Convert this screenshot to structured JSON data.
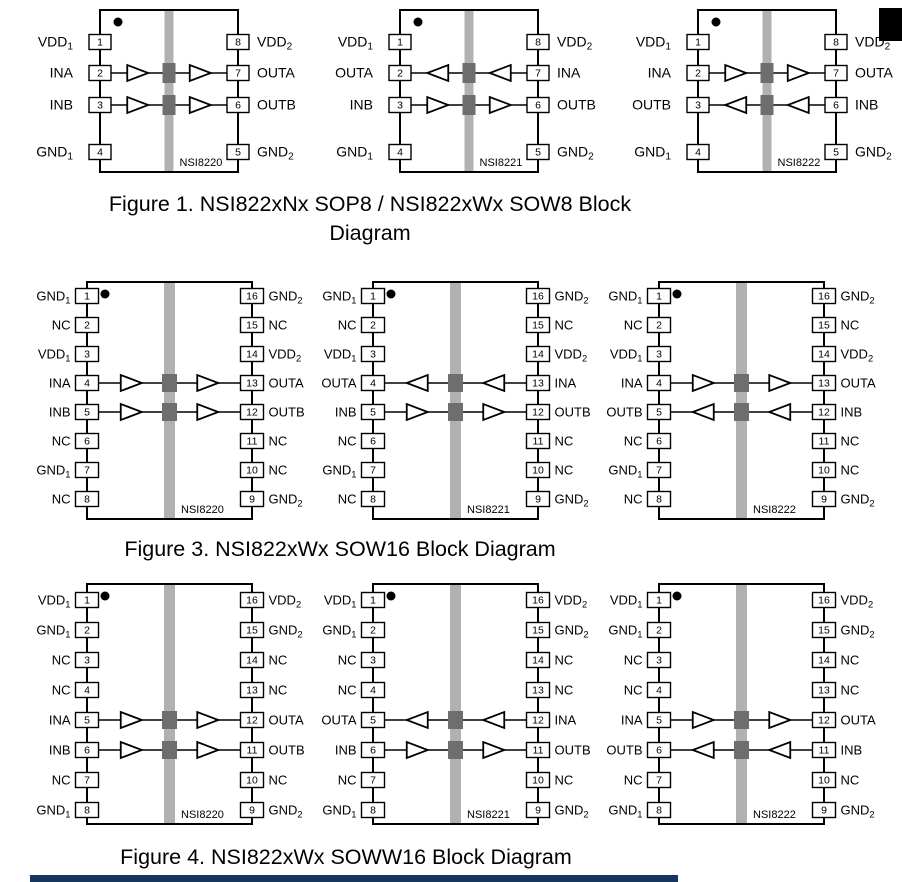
{
  "page": {
    "colors": {
      "ink": "#000000",
      "chip_fill": "#ffffff",
      "barrier": "#b1b1b1",
      "barrier_pad": "#6e6e6e",
      "top_right_block": "#000000",
      "bottom_bar": "#17365d"
    }
  },
  "figures": [
    {
      "id": "figure-1",
      "package": "SOP8",
      "caption_lines": [
        "Figure 1. NSI822xNx SOP8 / NSI822xWx SOW8 Block",
        "Diagram"
      ],
      "chips": [
        {
          "name": "NSI8220",
          "left_pins": [
            {
              "n": "1",
              "label": "VDD",
              "sub": "1"
            },
            {
              "n": "2",
              "label": "INA"
            },
            {
              "n": "3",
              "label": "INB"
            },
            {
              "n": "4",
              "label": "GND",
              "sub": "1"
            }
          ],
          "right_pins": [
            {
              "n": "8",
              "label": "VDD",
              "sub": "2"
            },
            {
              "n": "7",
              "label": "OUTA"
            },
            {
              "n": "6",
              "label": "OUTB"
            },
            {
              "n": "5",
              "label": "GND",
              "sub": "2"
            }
          ],
          "channels": [
            {
              "row": 1,
              "dir": "right"
            },
            {
              "row": 2,
              "dir": "right"
            }
          ]
        },
        {
          "name": "NSI8221",
          "left_pins": [
            {
              "n": "1",
              "label": "VDD",
              "sub": "1"
            },
            {
              "n": "2",
              "label": "OUTA"
            },
            {
              "n": "3",
              "label": "INB"
            },
            {
              "n": "4",
              "label": "GND",
              "sub": "1"
            }
          ],
          "right_pins": [
            {
              "n": "8",
              "label": "VDD",
              "sub": "2"
            },
            {
              "n": "7",
              "label": "INA"
            },
            {
              "n": "6",
              "label": "OUTB"
            },
            {
              "n": "5",
              "label": "GND",
              "sub": "2"
            }
          ],
          "channels": [
            {
              "row": 1,
              "dir": "left"
            },
            {
              "row": 2,
              "dir": "right"
            }
          ]
        },
        {
          "name": "NSI8222",
          "left_pins": [
            {
              "n": "1",
              "label": "VDD",
              "sub": "1"
            },
            {
              "n": "2",
              "label": "INA"
            },
            {
              "n": "3",
              "label": "OUTB"
            },
            {
              "n": "4",
              "label": "GND",
              "sub": "1"
            }
          ],
          "right_pins": [
            {
              "n": "8",
              "label": "VDD",
              "sub": "2"
            },
            {
              "n": "7",
              "label": "OUTA"
            },
            {
              "n": "6",
              "label": "INB"
            },
            {
              "n": "5",
              "label": "GND",
              "sub": "2"
            }
          ],
          "channels": [
            {
              "row": 1,
              "dir": "right"
            },
            {
              "row": 2,
              "dir": "left"
            }
          ]
        }
      ]
    },
    {
      "id": "figure-3",
      "package": "SOW16",
      "caption_lines": [
        "Figure 3. NSI822xWx SOW16 Block Diagram"
      ],
      "chips": [
        {
          "name": "NSI8220",
          "left_pins": [
            {
              "n": "1",
              "label": "GND",
              "sub": "1"
            },
            {
              "n": "2",
              "label": "NC"
            },
            {
              "n": "3",
              "label": "VDD",
              "sub": "1"
            },
            {
              "n": "4",
              "label": "INA"
            },
            {
              "n": "5",
              "label": "INB"
            },
            {
              "n": "6",
              "label": "NC"
            },
            {
              "n": "7",
              "label": "GND",
              "sub": "1"
            },
            {
              "n": "8",
              "label": "NC"
            }
          ],
          "right_pins": [
            {
              "n": "16",
              "label": "GND",
              "sub": "2"
            },
            {
              "n": "15",
              "label": "NC"
            },
            {
              "n": "14",
              "label": "VDD",
              "sub": "2"
            },
            {
              "n": "13",
              "label": "OUTA"
            },
            {
              "n": "12",
              "label": "OUTB"
            },
            {
              "n": "11",
              "label": "NC"
            },
            {
              "n": "10",
              "label": "NC"
            },
            {
              "n": "9",
              "label": "GND",
              "sub": "2"
            }
          ],
          "channels": [
            {
              "row": 3,
              "dir": "right"
            },
            {
              "row": 4,
              "dir": "right"
            }
          ]
        },
        {
          "name": "NSI8221",
          "left_pins": [
            {
              "n": "1",
              "label": "GND",
              "sub": "1"
            },
            {
              "n": "2",
              "label": "NC"
            },
            {
              "n": "3",
              "label": "VDD",
              "sub": "1"
            },
            {
              "n": "4",
              "label": "OUTA"
            },
            {
              "n": "5",
              "label": "INB"
            },
            {
              "n": "6",
              "label": "NC"
            },
            {
              "n": "7",
              "label": "GND",
              "sub": "1"
            },
            {
              "n": "8",
              "label": "NC"
            }
          ],
          "right_pins": [
            {
              "n": "16",
              "label": "GND",
              "sub": "2"
            },
            {
              "n": "15",
              "label": "NC"
            },
            {
              "n": "14",
              "label": "VDD",
              "sub": "2"
            },
            {
              "n": "13",
              "label": "INA"
            },
            {
              "n": "12",
              "label": "OUTB"
            },
            {
              "n": "11",
              "label": "NC"
            },
            {
              "n": "10",
              "label": "NC"
            },
            {
              "n": "9",
              "label": "GND",
              "sub": "2"
            }
          ],
          "channels": [
            {
              "row": 3,
              "dir": "left"
            },
            {
              "row": 4,
              "dir": "right"
            }
          ]
        },
        {
          "name": "NSI8222",
          "left_pins": [
            {
              "n": "1",
              "label": "GND",
              "sub": "1"
            },
            {
              "n": "2",
              "label": "NC"
            },
            {
              "n": "3",
              "label": "VDD",
              "sub": "1"
            },
            {
              "n": "4",
              "label": "INA"
            },
            {
              "n": "5",
              "label": "OUTB"
            },
            {
              "n": "6",
              "label": "NC"
            },
            {
              "n": "7",
              "label": "GND",
              "sub": "1"
            },
            {
              "n": "8",
              "label": "NC"
            }
          ],
          "right_pins": [
            {
              "n": "16",
              "label": "GND",
              "sub": "2"
            },
            {
              "n": "15",
              "label": "NC"
            },
            {
              "n": "14",
              "label": "VDD",
              "sub": "2"
            },
            {
              "n": "13",
              "label": "OUTA"
            },
            {
              "n": "12",
              "label": "INB"
            },
            {
              "n": "11",
              "label": "NC"
            },
            {
              "n": "10",
              "label": "NC"
            },
            {
              "n": "9",
              "label": "GND",
              "sub": "2"
            }
          ],
          "channels": [
            {
              "row": 3,
              "dir": "right"
            },
            {
              "row": 4,
              "dir": "left"
            }
          ]
        }
      ]
    },
    {
      "id": "figure-4",
      "package": "SOWW16",
      "caption_lines": [
        "Figure 4. NSI822xWx SOWW16 Block Diagram"
      ],
      "chips": [
        {
          "name": "NSI8220",
          "left_pins": [
            {
              "n": "1",
              "label": "VDD",
              "sub": "1"
            },
            {
              "n": "2",
              "label": "GND",
              "sub": "1"
            },
            {
              "n": "3",
              "label": "NC"
            },
            {
              "n": "4",
              "label": "NC"
            },
            {
              "n": "5",
              "label": "INA"
            },
            {
              "n": "6",
              "label": "INB"
            },
            {
              "n": "7",
              "label": "NC"
            },
            {
              "n": "8",
              "label": "GND",
              "sub": "1"
            }
          ],
          "right_pins": [
            {
              "n": "16",
              "label": "VDD",
              "sub": "2"
            },
            {
              "n": "15",
              "label": "GND",
              "sub": "2"
            },
            {
              "n": "14",
              "label": "NC"
            },
            {
              "n": "13",
              "label": "NC"
            },
            {
              "n": "12",
              "label": "OUTA"
            },
            {
              "n": "11",
              "label": "OUTB"
            },
            {
              "n": "10",
              "label": "NC"
            },
            {
              "n": "9",
              "label": "GND",
              "sub": "2"
            }
          ],
          "channels": [
            {
              "row": 4,
              "dir": "right"
            },
            {
              "row": 5,
              "dir": "right"
            }
          ]
        },
        {
          "name": "NSI8221",
          "left_pins": [
            {
              "n": "1",
              "label": "VDD",
              "sub": "1"
            },
            {
              "n": "2",
              "label": "GND",
              "sub": "1"
            },
            {
              "n": "3",
              "label": "NC"
            },
            {
              "n": "4",
              "label": "NC"
            },
            {
              "n": "5",
              "label": "OUTA"
            },
            {
              "n": "6",
              "label": "INB"
            },
            {
              "n": "7",
              "label": "NC"
            },
            {
              "n": "8",
              "label": "GND",
              "sub": "1"
            }
          ],
          "right_pins": [
            {
              "n": "16",
              "label": "VDD",
              "sub": "2"
            },
            {
              "n": "15",
              "label": "GND",
              "sub": "2"
            },
            {
              "n": "14",
              "label": "NC"
            },
            {
              "n": "13",
              "label": "NC"
            },
            {
              "n": "12",
              "label": "INA"
            },
            {
              "n": "11",
              "label": "OUTB"
            },
            {
              "n": "10",
              "label": "NC"
            },
            {
              "n": "9",
              "label": "GND",
              "sub": "2"
            }
          ],
          "channels": [
            {
              "row": 4,
              "dir": "left"
            },
            {
              "row": 5,
              "dir": "right"
            }
          ]
        },
        {
          "name": "NSI8222",
          "left_pins": [
            {
              "n": "1",
              "label": "VDD",
              "sub": "1"
            },
            {
              "n": "2",
              "label": "GND",
              "sub": "1"
            },
            {
              "n": "3",
              "label": "NC"
            },
            {
              "n": "4",
              "label": "NC"
            },
            {
              "n": "5",
              "label": "INA"
            },
            {
              "n": "6",
              "label": "OUTB"
            },
            {
              "n": "7",
              "label": "NC"
            },
            {
              "n": "8",
              "label": "GND",
              "sub": "1"
            }
          ],
          "right_pins": [
            {
              "n": "16",
              "label": "VDD",
              "sub": "2"
            },
            {
              "n": "15",
              "label": "GND",
              "sub": "2"
            },
            {
              "n": "14",
              "label": "NC"
            },
            {
              "n": "13",
              "label": "NC"
            },
            {
              "n": "12",
              "label": "OUTA"
            },
            {
              "n": "11",
              "label": "INB"
            },
            {
              "n": "10",
              "label": "NC"
            },
            {
              "n": "9",
              "label": "GND",
              "sub": "2"
            }
          ],
          "channels": [
            {
              "row": 4,
              "dir": "right"
            },
            {
              "row": 5,
              "dir": "left"
            }
          ]
        }
      ]
    }
  ]
}
